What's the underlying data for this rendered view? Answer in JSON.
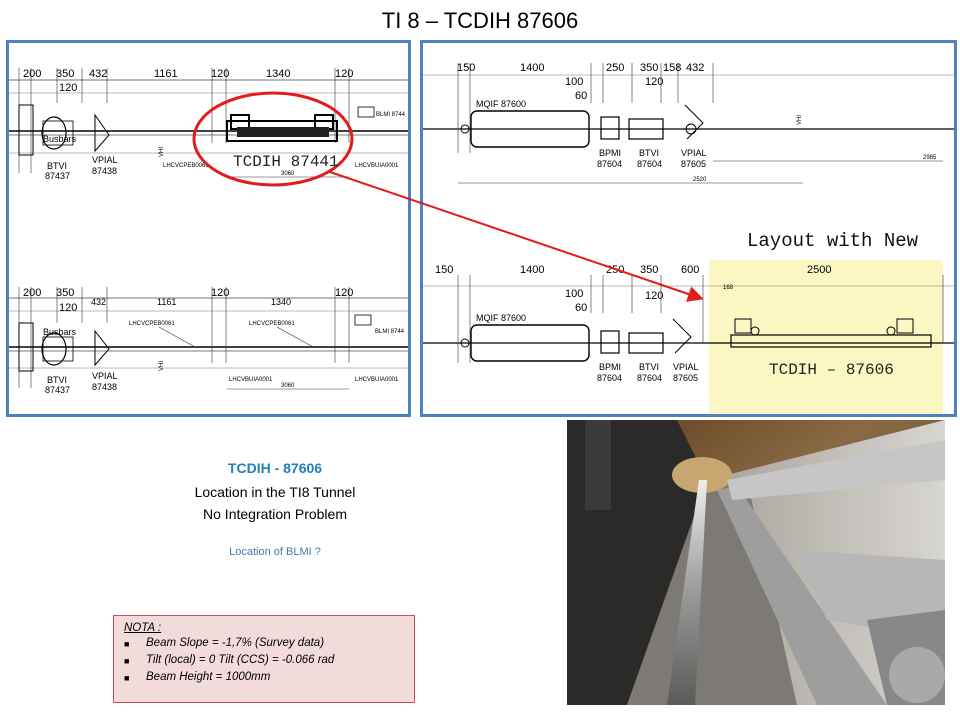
{
  "title": "TI 8 – TCDIH 87606",
  "left_panel": {
    "top": {
      "dims": [
        "200",
        "350",
        "120",
        "432",
        "1161",
        "120",
        "1340",
        "120"
      ],
      "labels": [
        "Busbars",
        "BTVI",
        "87437",
        "VPIAL",
        "87438",
        "VHI",
        "LHCVCPEB0061",
        "LHCVBUIA0001",
        "3060",
        "BLMI 8744"
      ],
      "callout": "TCDIH 87441"
    },
    "bottom": {
      "dims": [
        "200",
        "350",
        "120",
        "432",
        "1161",
        "120",
        "1340",
        "120"
      ],
      "labels": [
        "Busbars",
        "BTVI",
        "87437",
        "VPIAL",
        "87438",
        "VHI",
        "LHCVCPEB0061",
        "LHCVCPEB0061",
        "LHCVBUIA0001",
        "LHCVBUIA0001",
        "3060",
        "BLMI 8744"
      ]
    }
  },
  "right_panel": {
    "top": {
      "dims": [
        "150",
        "1400",
        "100",
        "60",
        "250",
        "350",
        "158",
        "432",
        "120"
      ],
      "labels": [
        "MQIF 87600",
        "BPMI",
        "87604",
        "BTVI",
        "87604",
        "VPIAL",
        "87605",
        "VHI",
        "2520",
        "2985"
      ]
    },
    "layout_text": "Layout with New",
    "bottom": {
      "dims": [
        "150",
        "1400",
        "100",
        "60",
        "250",
        "350",
        "600",
        "120",
        "2500",
        "168"
      ],
      "labels": [
        "MQIF 87600",
        "BPMI",
        "87604",
        "BTVI",
        "87604",
        "VPIAL",
        "87605"
      ],
      "callout": "TCDIH  –  87606"
    }
  },
  "info": {
    "heading": "TCDIH - 87606",
    "line1": "Location in the TI8 Tunnel",
    "line2": "No Integration Problem",
    "question": "Location of BLMI ?"
  },
  "nota": {
    "heading": "NOTA :",
    "items": [
      "Beam Slope = -1,7%          (Survey data)",
      "Tilt (local) = 0       Tilt (CCS) = -0.066 rad",
      "Beam Height = 1000mm"
    ]
  },
  "colors": {
    "panel_border": "#4f81bd",
    "callout_red": "#e31b1b",
    "highlight": "#fbf7c2",
    "info_blue": "#1f7fbf",
    "nota_bg": "#f2dcdb"
  }
}
